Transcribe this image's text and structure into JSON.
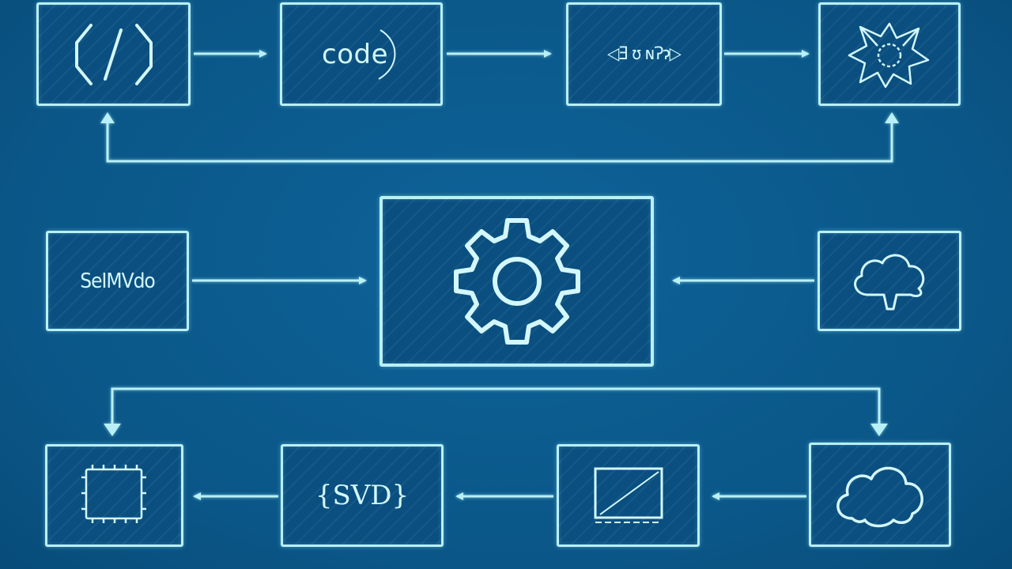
{
  "top_row": [
    {
      "id": "source",
      "icon": "code-brackets-icon"
    },
    {
      "id": "code",
      "label": "code"
    },
    {
      "id": "parser",
      "label": "◁Ǝ ʊ ɴɁɂ▷"
    },
    {
      "id": "output",
      "icon": "star-node-icon"
    }
  ],
  "middle_row": [
    {
      "id": "settings-input",
      "label": "SeIMVdo"
    },
    {
      "id": "engine",
      "icon": "gear-icon"
    },
    {
      "id": "cloud-input",
      "icon": "cloud-icon"
    }
  ],
  "bottom_row": [
    {
      "id": "chip",
      "icon": "chip-icon"
    },
    {
      "id": "svg",
      "label": "{SVD}"
    },
    {
      "id": "canvas",
      "icon": "canvas-icon"
    },
    {
      "id": "cloud-output",
      "icon": "cloud-icon"
    }
  ],
  "colors": {
    "background": "#0b5a8e",
    "line": "#b9f0f7"
  }
}
